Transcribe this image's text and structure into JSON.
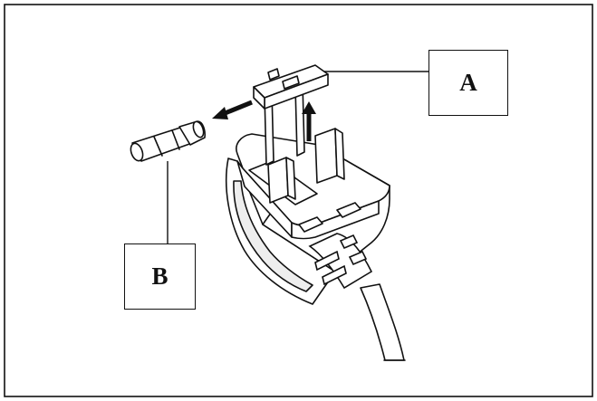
{
  "callouts": {
    "a": {
      "label": "A",
      "points_to": "fuse cover"
    },
    "b": {
      "label": "B",
      "points_to": "fuse"
    }
  },
  "colors": {
    "ink": "#111111",
    "background": "#ffffff",
    "plug_body": "#ffffff"
  },
  "icons": [
    "plug-illustration",
    "fuse-icon",
    "fuse-cover-icon",
    "arrow-left-icon",
    "arrow-up-icon",
    "cable-icon"
  ]
}
